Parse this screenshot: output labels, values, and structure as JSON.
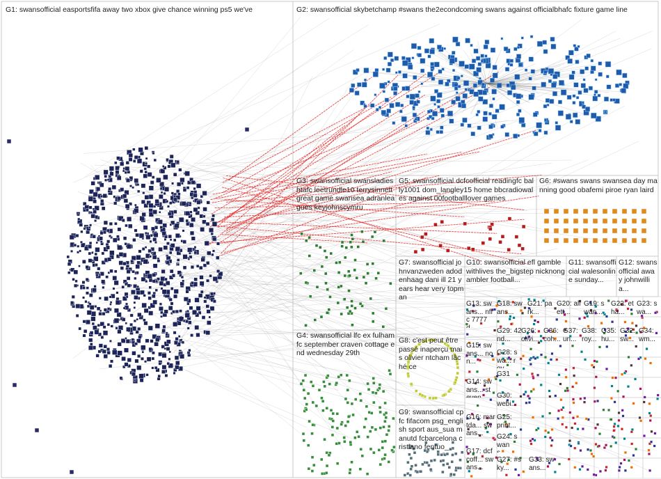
{
  "groups": [
    {
      "id": "G1",
      "text": "G1: swansofficial easportsfifa away two xbox give chance winning ps5 we've"
    },
    {
      "id": "G2",
      "text": "G2: swansofficial skybetchamp #swans the2econdcoming swans against officialbhafc fixture game line"
    },
    {
      "id": "G3",
      "text": "G3: swansofficial swansladies htafc leetrundle10 terrysinnett great game swansea adranleagues keyjohnscymru"
    },
    {
      "id": "G5",
      "text": "G5: swansofficial dcfcofficial readingfc bally1001 dom_langley15 home bbcradiowales against 00footballlover games"
    },
    {
      "id": "G6",
      "text": "G6: #swans swans swansea day manning good obafemi piroe ryan laird"
    },
    {
      "id": "G7",
      "text": "G7: swansofficial johnvanzweden adodenhaag dani ill 21 years hear very topman"
    },
    {
      "id": "G10",
      "text": "G10: swansofficial efl gamblewithlives the_bigstep nicknongambler football..."
    },
    {
      "id": "G11",
      "text": "G11: swansofficial walesonline sunday..."
    },
    {
      "id": "G12",
      "text": "G12: swansofficial away johnwillia..."
    },
    {
      "id": "G13",
      "text": "G13: swans... nffc 7777d..."
    },
    {
      "id": "G18",
      "text": "G18: swans..."
    },
    {
      "id": "G21",
      "text": "G21: park..."
    },
    {
      "id": "G20",
      "text": "G20: allett..."
    },
    {
      "id": "G19",
      "text": "G19: swan..."
    },
    {
      "id": "G22",
      "text": "G22: etha..."
    },
    {
      "id": "G23",
      "text": "G23: swa..."
    },
    {
      "id": "G29",
      "text": "G29: 42nd..."
    },
    {
      "id": "G26",
      "text": "G26: olivi..."
    },
    {
      "id": "G36",
      "text": "G36: coh..."
    },
    {
      "id": "G37",
      "text": "G37: un..."
    },
    {
      "id": "G38",
      "text": "G38: roy..."
    },
    {
      "id": "G35",
      "text": "G35: hu..."
    },
    {
      "id": "G32",
      "text": "G32: sw..."
    },
    {
      "id": "G34",
      "text": "G34: wm..."
    },
    {
      "id": "G4",
      "text": "G4: swansofficial lfc ex fulhamfc september craven cottage end wednesday 29th"
    },
    {
      "id": "G8",
      "text": "G8: c'est peut être passé inaperçu mais olivier ntcham lâché ce"
    },
    {
      "id": "G15",
      "text": "G15: swans... non..."
    },
    {
      "id": "G28",
      "text": "G28: swa... roy..."
    },
    {
      "id": "G14",
      "text": "G14: swans... steven..."
    },
    {
      "id": "G31",
      "text": "G31"
    },
    {
      "id": "G30",
      "text": "G30: webi..."
    },
    {
      "id": "G9",
      "text": "G9: swansofficial cpfc fifacom psg_english sport aus_sua manutd fcbarcelona cristiano fentuo_"
    },
    {
      "id": "G16",
      "text": "G16: martda... swans..."
    },
    {
      "id": "G25",
      "text": "G25: print..."
    },
    {
      "id": "G24",
      "text": "G24: swans..."
    },
    {
      "id": "G17",
      "text": "G17: dcfcoff... swans..."
    },
    {
      "id": "G27",
      "text": "G27: #sky..."
    },
    {
      "id": "G33",
      "text": "G33: swans..."
    }
  ]
}
